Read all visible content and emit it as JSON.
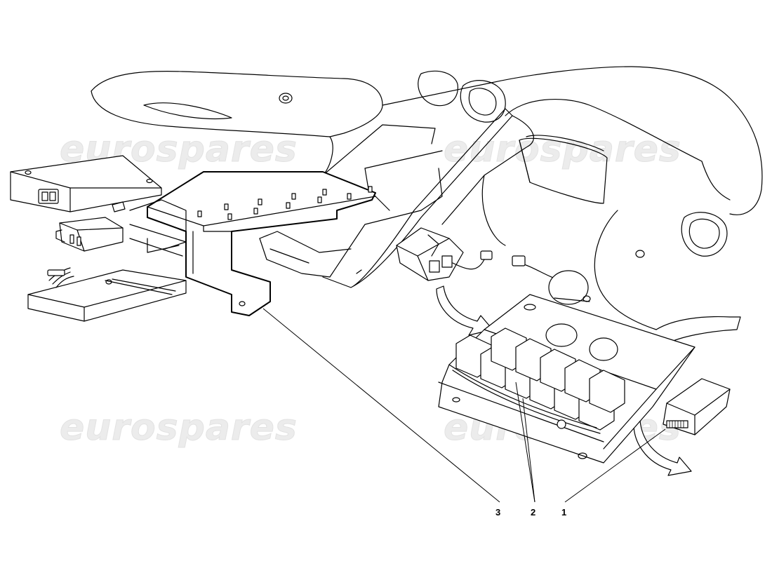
{
  "watermark": {
    "text": "eurospares"
  },
  "callouts": [
    {
      "id": "1",
      "label": "1"
    },
    {
      "id": "2",
      "label": "2"
    },
    {
      "id": "3",
      "label": "3"
    }
  ]
}
